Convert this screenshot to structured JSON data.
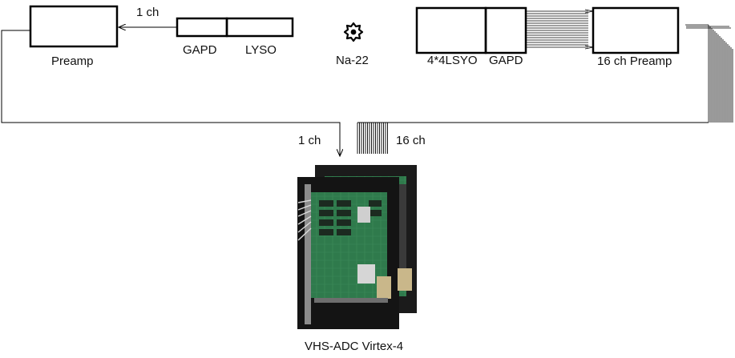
{
  "left_chain": {
    "preamp_label": "Preamp",
    "channel_label": "1 ch",
    "gapd_label": "GAPD",
    "lyso_label": "LYSO"
  },
  "source": {
    "label": "Na-22",
    "icon": "radioactive-source-icon"
  },
  "right_chain": {
    "crystal_label": "4*4LSYO",
    "gapd_label": "GAPD",
    "preamp_label": "16 ch Preamp"
  },
  "bus": {
    "single_channel_label": "1 ch",
    "multi_channel_label": "16 ch"
  },
  "board": {
    "label": "VHS-ADC Virtex-4",
    "icon": "adc-board-photo-icon"
  }
}
